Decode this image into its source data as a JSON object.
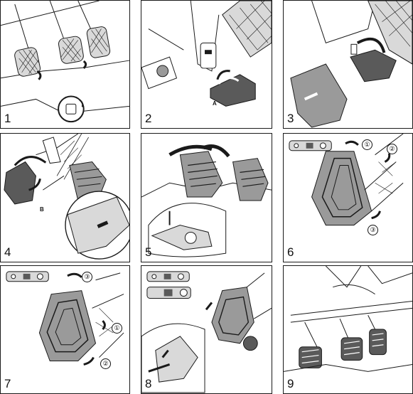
{
  "panels": [
    {
      "number": "1"
    },
    {
      "number": "2",
      "label": "A"
    },
    {
      "number": "3"
    },
    {
      "number": "4",
      "label": "B"
    },
    {
      "number": "5"
    },
    {
      "number": "6",
      "callouts": [
        "①",
        "②",
        "③"
      ]
    },
    {
      "number": "7",
      "callouts": [
        "③",
        "①",
        "②"
      ]
    },
    {
      "number": "8"
    },
    {
      "number": "9"
    }
  ],
  "icons": [
    "pedal-removal-tool-icon",
    "rotate-arrow-icon",
    "push-direction-arrow-icon"
  ],
  "colors": {
    "line": "#1a1a1a",
    "shade": "#9a9a9a",
    "dark": "#5a5a5a",
    "light": "#d9d9d9"
  }
}
